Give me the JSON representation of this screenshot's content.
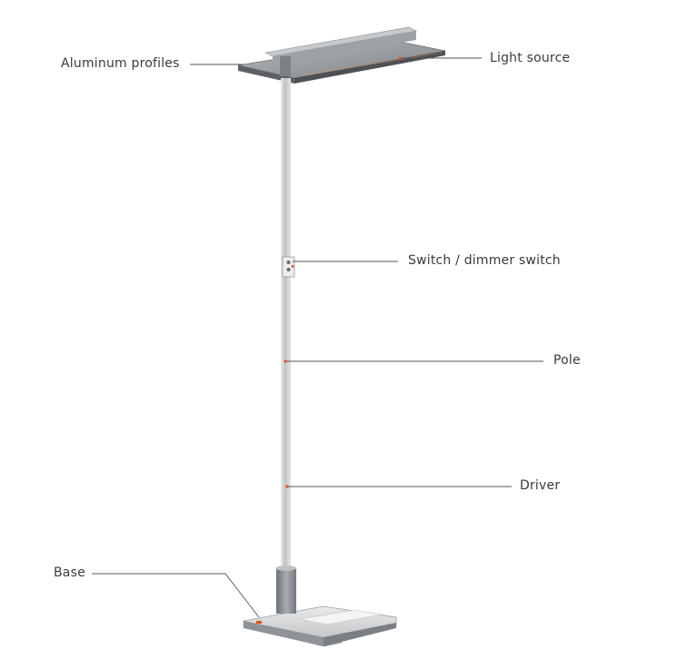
{
  "labels": {
    "aluminum_profiles": "Aluminum profiles",
    "light_source": "Light source",
    "switch": "Switch / dimmer switch",
    "pole": "Pole",
    "driver": "Driver",
    "base": "Base"
  },
  "colors": {
    "leader_line": "#555555",
    "marker_dot": "#e2531d",
    "pole": "#c9cbcd",
    "lamp_head": "#8a8d90",
    "base_plate": "#9a9da1"
  },
  "icons": [
    "floor-lamp-illustration"
  ]
}
